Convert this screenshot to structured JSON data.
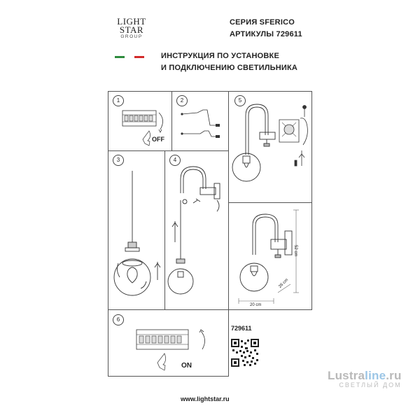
{
  "logo": {
    "line1": "LIGHT",
    "line2": "STAR",
    "line3": "GROUP",
    "flag_colors": [
      "#2e8b3d",
      "#ffffff",
      "#d22b2b"
    ]
  },
  "header": {
    "series": "СЕРИЯ SFERICO",
    "articles": "АРТИКУЛЫ 729611",
    "instruction_line1": "ИНСТРУКЦИЯ ПО УСТАНОВКЕ",
    "instruction_line2": "И ПОДКЛЮЧЕНИЮ СВЕТИЛЬНИКА"
  },
  "steps": {
    "s1": {
      "number": "1",
      "label": "OFF"
    },
    "s2": {
      "number": "2"
    },
    "s3": {
      "number": "3"
    },
    "s4": {
      "number": "4"
    },
    "s5": {
      "number": "5"
    },
    "s6": {
      "number": "6",
      "label": "ON"
    }
  },
  "dimensions": {
    "height": "52 cm",
    "depth": "26 cm",
    "width": "20 cm"
  },
  "model_code": "729611",
  "website": "www.lightstar.ru",
  "watermark": {
    "part1": "Lustra",
    "part2": "line",
    "part3": ".ru",
    "tagline": "СВЕТЛЫЙ ДОМ"
  }
}
